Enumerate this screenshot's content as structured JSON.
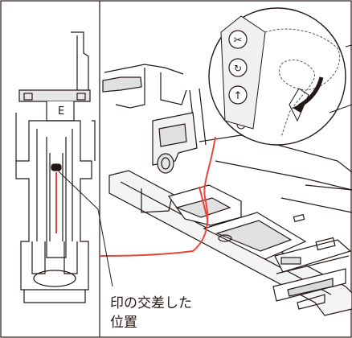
{
  "panel_left": {
    "part_letter": "E"
  },
  "caption": {
    "line1": "印の交差した",
    "line2": "位置"
  },
  "buttons": [
    {
      "name": "thread-cutter-button-icon",
      "glyph": "✂"
    },
    {
      "name": "reverse-stitch-button-icon",
      "glyph": "↻"
    },
    {
      "name": "needle-position-button-icon",
      "glyph": "↑"
    }
  ],
  "colors": {
    "line": "#231815",
    "thread_red": "#e8453c",
    "shade": "#d9d9d9",
    "background": "#ffffff"
  }
}
